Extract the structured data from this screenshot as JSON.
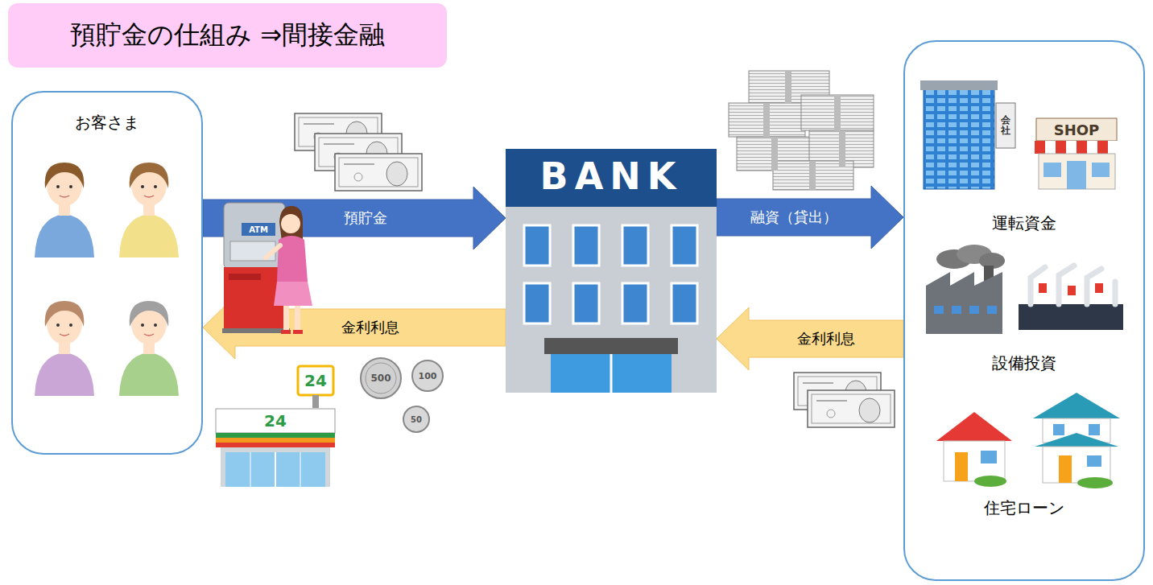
{
  "diagram": {
    "title": "預貯金の仕組み ⇒間接金融",
    "nodes": [
      {
        "text": [
          "お客さま"
        ]
      },
      {
        "text": [
          "BANK"
        ]
      },
      {
        "text": [
          "運転資金",
          "設備投資",
          "住宅ローン"
        ]
      }
    ],
    "edges": [
      {
        "from": 0,
        "to": 1,
        "arrow": "to",
        "label": "預貯金"
      },
      {
        "from": 1,
        "to": 0,
        "arrow": "to",
        "label": "金利利息"
      },
      {
        "from": 1,
        "to": 2,
        "arrow": "to",
        "label": "融資（貸出）"
      },
      {
        "from": 2,
        "to": 1,
        "arrow": "to",
        "label": "金利利息"
      }
    ],
    "labels": [
      "ATM",
      "24",
      "24",
      "SHOP",
      "会社",
      "500",
      "100",
      "50"
    ]
  }
}
